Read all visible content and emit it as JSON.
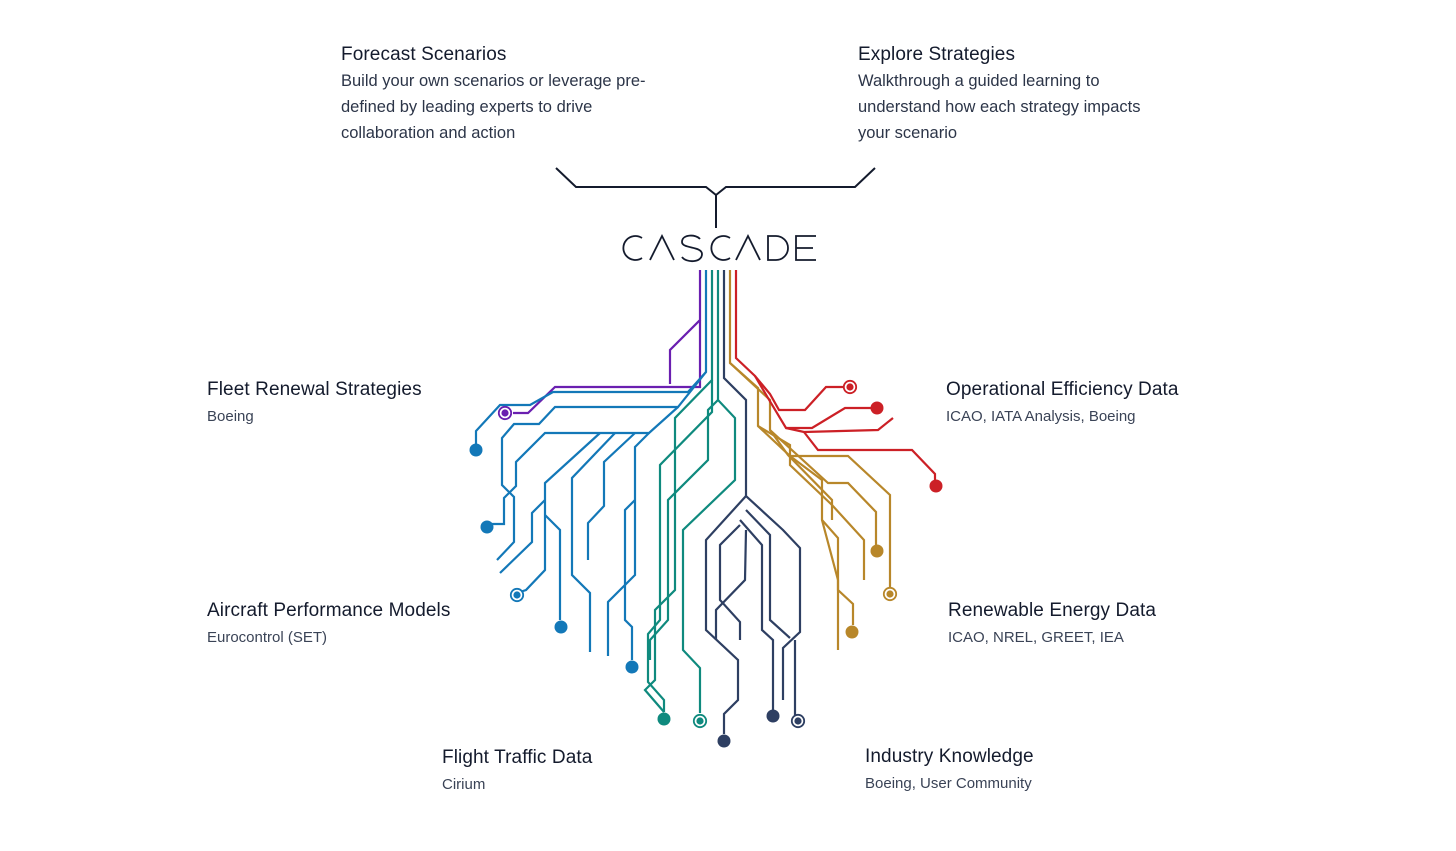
{
  "top": {
    "forecast": {
      "title": "Forecast Scenarios",
      "lines": [
        "Build your own scenarios or leverage pre-",
        "defined by leading experts to drive",
        "collaboration and action"
      ]
    },
    "explore": {
      "title": "Explore Strategies",
      "lines": [
        "Walkthrough a guided learning to",
        "understand how each strategy impacts",
        "your scenario"
      ]
    }
  },
  "logo": {
    "text": "CASCADE"
  },
  "sources": {
    "fleet": {
      "title": "Fleet Renewal Strategies",
      "subtitle": "Boeing"
    },
    "aircraft": {
      "title": "Aircraft Performance Models",
      "subtitle": "Eurocontrol (SET)"
    },
    "flight": {
      "title": "Flight Traffic Data",
      "subtitle": "Cirium"
    },
    "operational": {
      "title": "Operational Efficiency Data",
      "subtitle": "ICAO, IATA Analysis, Boeing"
    },
    "renewable": {
      "title": "Renewable Energy Data",
      "subtitle": "ICAO, NREL, GREET, IEA"
    },
    "industry": {
      "title": "Industry Knowledge",
      "subtitle": "Boeing, User Community"
    }
  },
  "colors": {
    "purple": "#6a1fb0",
    "blue": "#1378b8",
    "teal": "#0f8a7e",
    "navy": "#2e3f62",
    "gold": "#b8872a",
    "red": "#cc2026",
    "ink": "#141b2d"
  }
}
